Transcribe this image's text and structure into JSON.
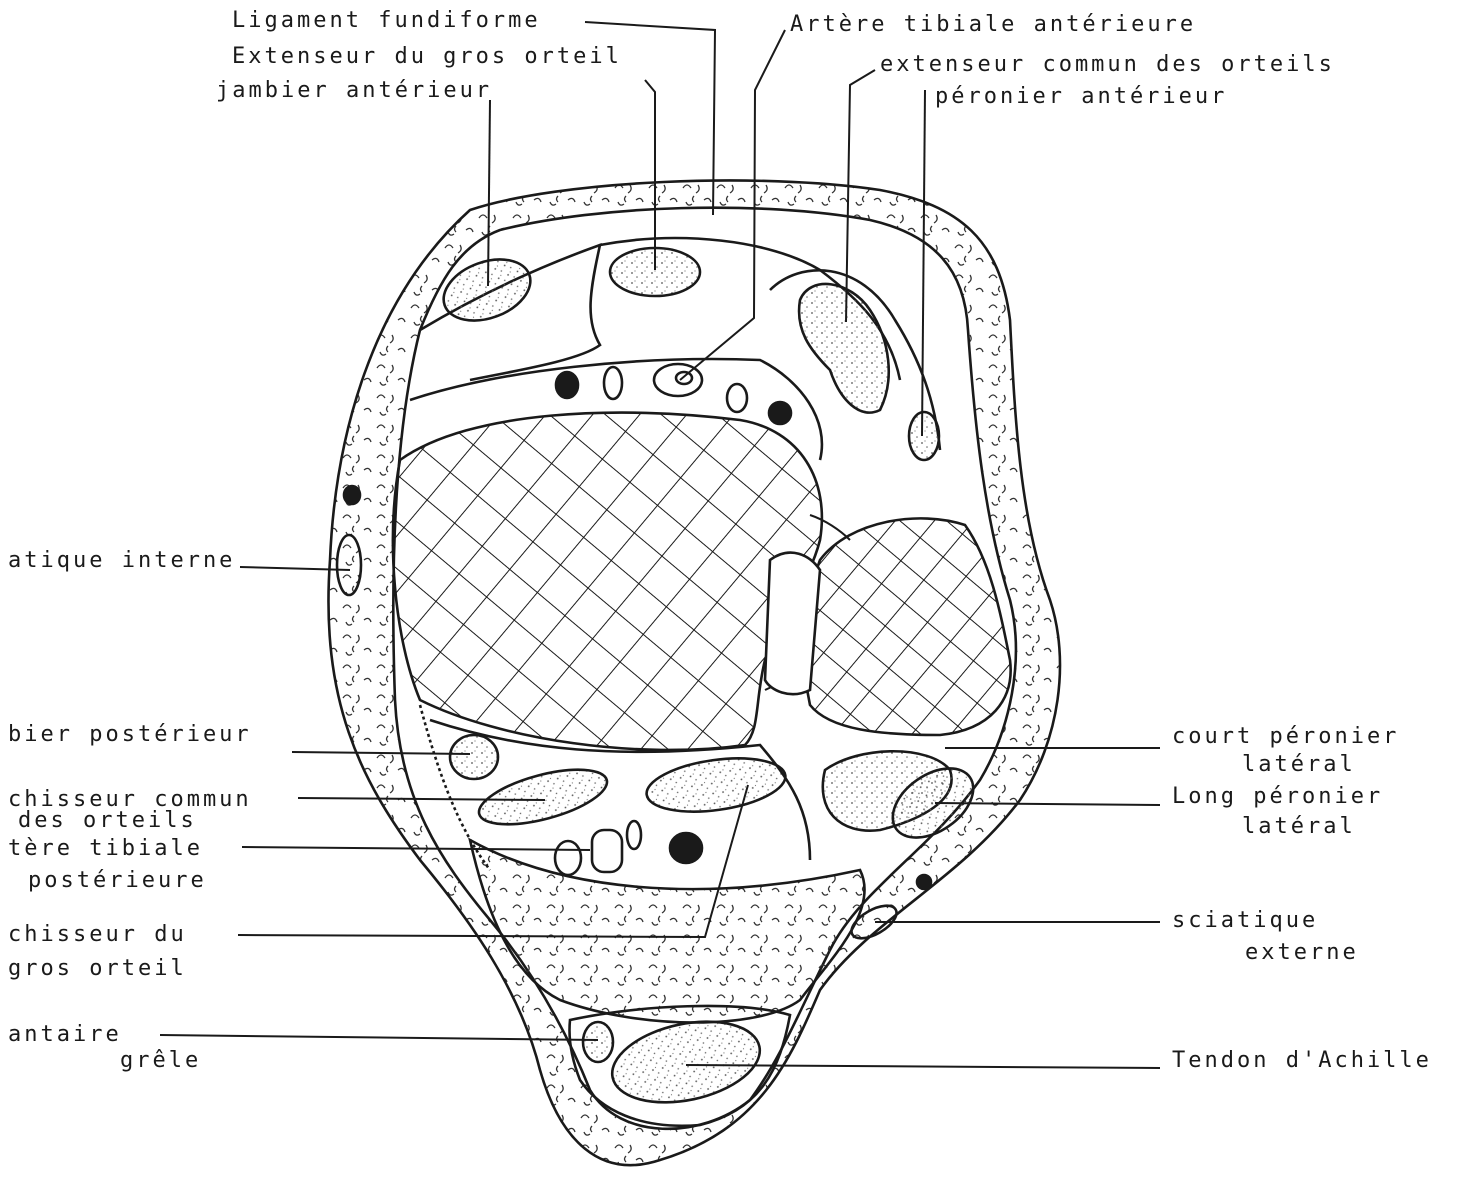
{
  "labels": {
    "ligament_fundiforme": "Ligament fundiforme",
    "extenseur_gros_orteil": "Extenseur du gros orteil",
    "jambier_anterieur": "jambier antérieur",
    "artere_tibiale_anterieure": "Artère tibiale antérieure",
    "extenseur_commun": "extenseur commun des orteils",
    "peronier_anterieur": "péronier antérieur",
    "saphene_interne": "atique interne",
    "jambier_posterieur": "bier postérieur",
    "flechisseur_commun_1": "chisseur commun",
    "flechisseur_commun_2": "des orteils",
    "artere_tibiale_post_1": "tère tibiale",
    "artere_tibiale_post_2": "postérieure",
    "flechisseur_gros_orteil_1": "chisseur du",
    "flechisseur_gros_orteil_2": "gros orteil",
    "plantaire_grele_1": "antaire",
    "plantaire_grele_2": "grêle",
    "court_peronier_1": "court péronier",
    "court_peronier_2": "latéral",
    "long_peronier_1": "Long péronier",
    "long_peronier_2": "latéral",
    "sciatique_externe_1": "sciatique",
    "sciatique_externe_2": "externe",
    "tendon_achille": "Tendon d'Achille"
  },
  "colors": {
    "ink": "#1a1a1a",
    "background": "#ffffff"
  }
}
